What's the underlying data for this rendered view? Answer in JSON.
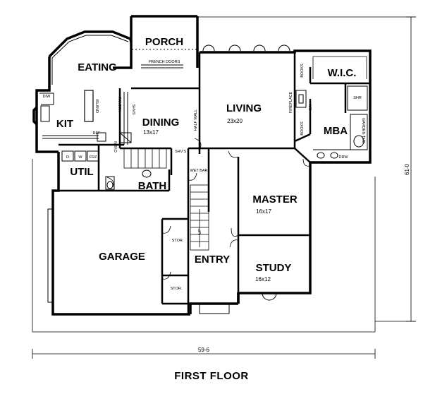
{
  "caption": "FIRST FLOOR",
  "rooms": {
    "porch": "PORCH",
    "eating": "EATING",
    "kit": "KIT",
    "dining": "DINING",
    "dining_size": "13x17",
    "living": "LIVING",
    "living_size": "23x20",
    "wic": "W.I.C.",
    "mba": "MBA",
    "util": "UTIL",
    "bath": "BATH",
    "master": "MASTER",
    "master_size": "16x17",
    "garage": "GARAGE",
    "entry": "ENTRY",
    "study": "STUDY",
    "study_size": "16x12"
  },
  "labels": {
    "french_doors": "FRENCH DOORS",
    "island": "ISLAND",
    "pantry": "PANTRY",
    "shvs_dining": "SHVS",
    "half_wall": "HALF WALL",
    "fireplace": "FIREPLACE",
    "books_top": "BOOKS",
    "books_side": "BOOKS",
    "ks": "K/S",
    "shr": "SHR",
    "garden_tub": "GARDEN TUB",
    "drw": "DRW",
    "ref": "REF",
    "oven": "OVEN",
    "shvs_hall": "SHV'S",
    "wet_bar": "WET BAR",
    "frz": "FRZ",
    "w": "W",
    "d": "D",
    "up": "UP",
    "stor_upper": "STOR.",
    "stor_lower": "STOR.",
    "dw": "D/W"
  },
  "dimensions": {
    "width": "59-6",
    "depth": "61-0"
  }
}
